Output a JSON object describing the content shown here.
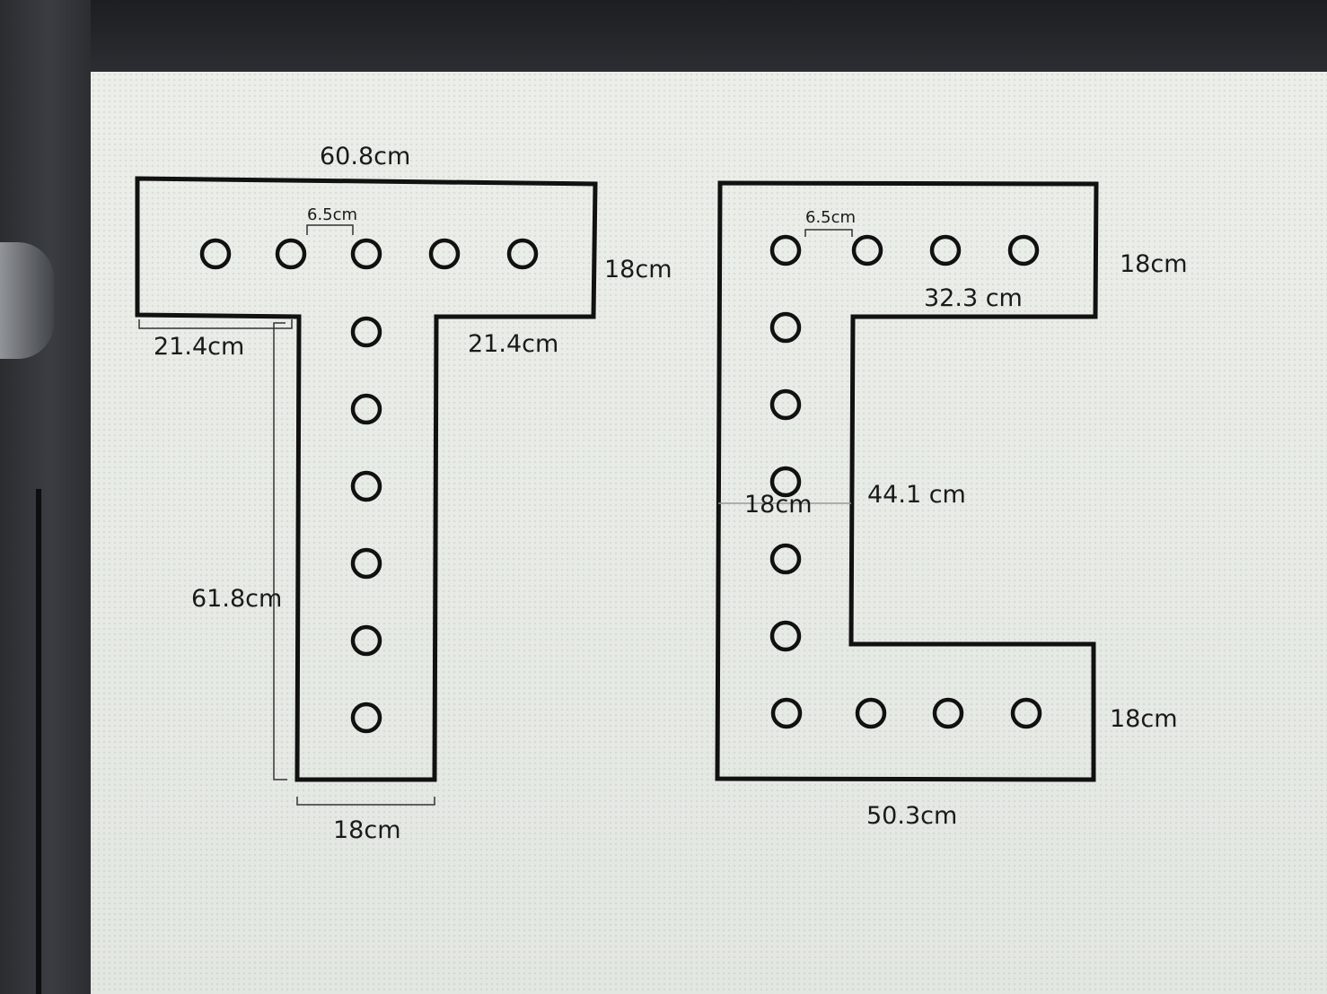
{
  "diagram": {
    "letter_t": {
      "top_width": "60.8cm",
      "top_height": "18cm",
      "hole_spacing": "6.5cm",
      "left_overhang": "21.4cm",
      "right_overhang": "21.4cm",
      "stem_height": "61.8cm",
      "stem_width": "18cm",
      "top_hole_count": 5,
      "stem_hole_count": 6
    },
    "letter_c": {
      "top_height": "18cm",
      "hole_spacing": "6.5cm",
      "inner_top_width": "32.3 cm",
      "inner_height": "44.1 cm",
      "spine_width": "18cm",
      "bottom_height": "18cm",
      "bottom_width": "50.3cm",
      "top_hole_count": 4,
      "spine_hole_count": 5,
      "bottom_hole_count": 4
    }
  }
}
